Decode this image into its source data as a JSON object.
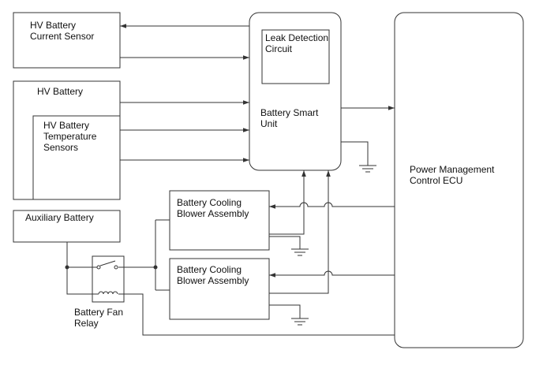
{
  "blocks": {
    "current_sensor": [
      "HV Battery",
      "Current Sensor"
    ],
    "hv_battery": [
      "HV Battery"
    ],
    "temp_sensors": [
      "HV Battery",
      "Temperature",
      "Sensors"
    ],
    "auxiliary_battery": [
      "Auxiliary Battery"
    ],
    "battery_smart_unit": [
      "Battery Smart",
      "Unit"
    ],
    "leak_detection": [
      "Leak Detection",
      "Circuit"
    ],
    "blower_1": [
      "Battery Cooling",
      "Blower Assembly"
    ],
    "blower_2": [
      "Battery Cooling",
      "Blower Assembly"
    ],
    "power_mgmt_ecu": [
      "Power Management",
      "Control ECU"
    ],
    "fan_relay": [
      "Battery Fan",
      "Relay"
    ]
  }
}
